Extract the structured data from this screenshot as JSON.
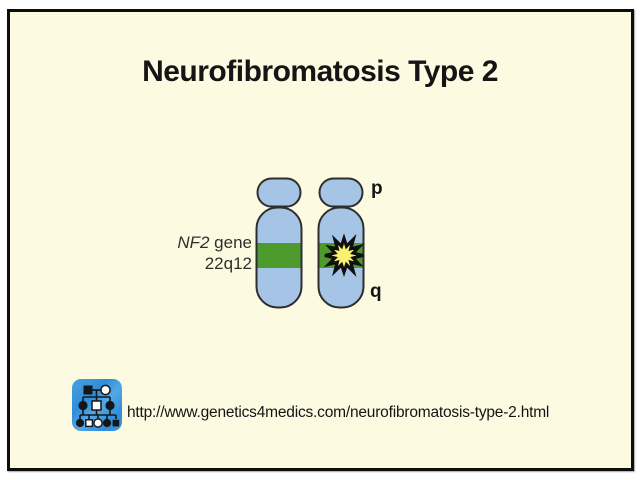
{
  "slide": {
    "title": "Neurofibromatosis Type 2",
    "background_color": "#FCFBE2",
    "frame_color": "#0D0D0D"
  },
  "diagram": {
    "gene_name": "NF2",
    "gene_word": " gene",
    "locus": "22q12",
    "p_arm_label": "p",
    "q_arm_label": "q",
    "chromosome_fill": "#A6C4E6",
    "chromosome_outline": "#2E2E2E",
    "gene_band_color": "#4E9B2D",
    "mutation_burst_fill": "#F8F170",
    "mutation_burst_outline": "#101010"
  },
  "footer": {
    "url_text": "http://www.genetics4medics.com/neurofibromatosis-type-2.html",
    "logo_icon": "pedigree-chart",
    "logo_background": "#2F8ED9"
  }
}
